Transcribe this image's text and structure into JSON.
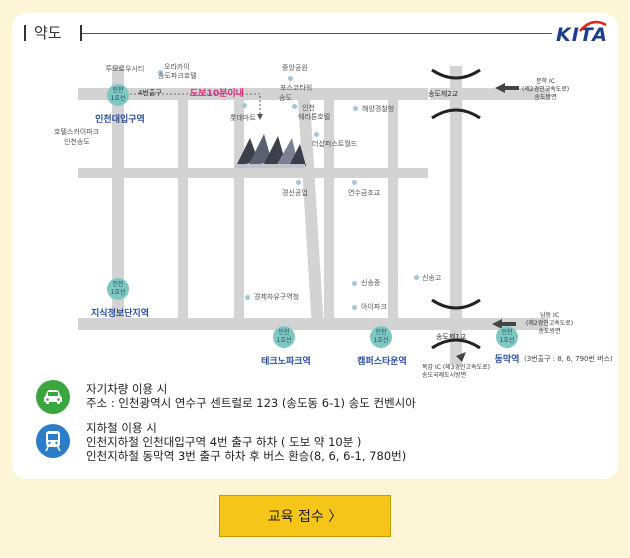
{
  "header": {
    "title": "약도",
    "logo_text": "KITA"
  },
  "map": {
    "walk_label": "도보10분이내",
    "exit_label": "4번출구",
    "landmarks": {
      "tumoro": "투모로우시티",
      "oakwood_1": "오라카이",
      "oakwood_2": "송도파크호텔",
      "central_park": "중앙공원",
      "posco_1": "포스코타워",
      "posco_2": "송도",
      "lotte": "롯데마트",
      "sheraton_1": "쉐라톤호텔",
      "sheraton_2": "인천",
      "haeyang": "해양경찰청",
      "sky_1": "호텔스카이파크",
      "sky_2": "인천송도",
      "thesharp": "더샵퍼스트월드",
      "kyungsin": "경신공업",
      "yeonsu": "연수금조교",
      "ftz": "경제자유구역청",
      "singo": "신송고",
      "sinsong": "신송중",
      "ipark": "아이파크"
    },
    "stations": [
      {
        "line_top": "인천",
        "line_bottom": "1호선",
        "name": "인천대입구역"
      },
      {
        "line_top": "인천",
        "line_bottom": "1호선",
        "name": "지식정보단지역"
      },
      {
        "line_top": "인천",
        "line_bottom": "1호선",
        "name": "테크노파크역"
      },
      {
        "line_top": "인천",
        "line_bottom": "1호선",
        "name": "캠퍼스타운역"
      },
      {
        "line_top": "인천",
        "line_bottom": "1호선",
        "name": "동막역"
      }
    ],
    "dongmak_note": "(3번출구 : 8, 6, 790번 버스)",
    "roads": {
      "songdo2": "송도제2교",
      "songdo1": "송도제1교"
    },
    "ic": {
      "munhak": [
        "문학 IC",
        "(제2경인고속도로)",
        "송도방면"
      ],
      "namdong": [
        "남동 IC",
        "(제2경인고속도로)",
        "송도방면"
      ],
      "mokgam": [
        "목감 IC (제3경인고속도로)",
        "송도국제도시방면"
      ]
    }
  },
  "info": {
    "car": {
      "icon": "car-icon",
      "title": "자기차량 이용 시",
      "detail": "주소 : 인천광역시 연수구 센트럴로 123 (송도동 6-1) 송도 컨벤시아"
    },
    "subway": {
      "icon": "subway-icon",
      "title": "지하철 이용 시",
      "line1": "인천지하철 인천대입구역 4번 출구 하차 ( 도보 약 10분 )",
      "line2": "인천지하철 동막역 3번 출구 하차 후 버스 환승(8, 6, 6-1, 780번)"
    }
  },
  "cta": {
    "label": "교육 접수 〉"
  },
  "colors": {
    "background": "#fcf5d6",
    "road": "#d3d3d3",
    "station": "#7fc8c0",
    "station_name": "#2a4f9a",
    "walk": "#d82b84",
    "button": "#f5c518"
  }
}
